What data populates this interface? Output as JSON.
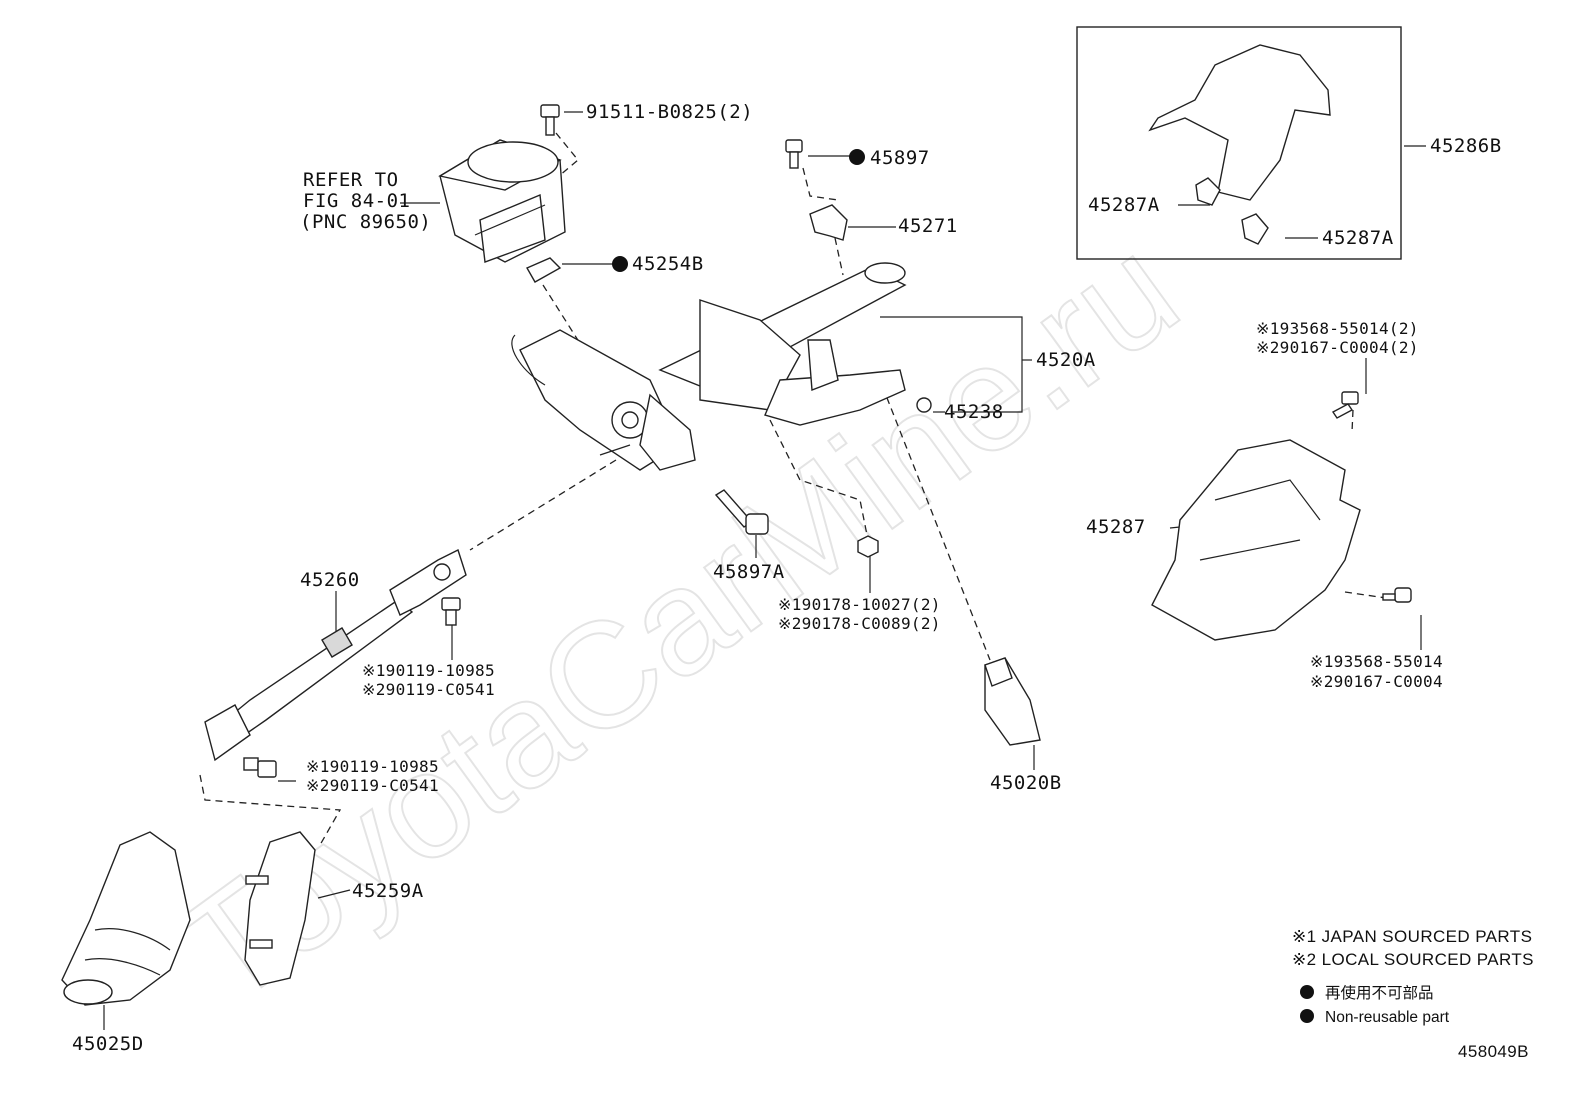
{
  "watermark": "ToyotaCarMine.ru",
  "callouts": {
    "bolt_91511": "91511-B0825(2)",
    "refer_line1": "REFER TO",
    "refer_line2": "FIG 84-01",
    "refer_line3": "(PNC 89650)",
    "p45897": "45897",
    "p45271": "45271",
    "p45254B": "45254B",
    "p4520A": "4520A",
    "p45238": "45238",
    "p45897A": "45897A",
    "p90178_1": "※190178-10027(2)",
    "p90178_2": "※290178-C0089(2)",
    "p45260": "45260",
    "p90119a_1": "※190119-10985",
    "p90119a_2": "※290119-C0541",
    "p90119b_1": "※190119-10985",
    "p90119b_2": "※290119-C0541",
    "p45020B": "45020B",
    "p45259A": "45259A",
    "p45025D": "45025D",
    "p45286B": "45286B",
    "p45287A_left": "45287A",
    "p45287A_right": "45287A",
    "p93568a_1": "※193568-55014(2)",
    "p93568a_2": "※290167-C0004(2)",
    "p45287": "45287",
    "p93568b_1": "※193568-55014",
    "p93568b_2": "※290167-C0004"
  },
  "legend": {
    "japan": "※1 JAPAN SOURCED PARTS",
    "local": "※2 LOCAL SOURCED PARTS",
    "non_reusable_jp": "再使用不可部品",
    "non_reusable_en": "Non-reusable part"
  },
  "figure_id": "458049B",
  "colors": {
    "ink": "#111111",
    "paper": "#ffffff",
    "watermark": "#e4e4e4"
  }
}
